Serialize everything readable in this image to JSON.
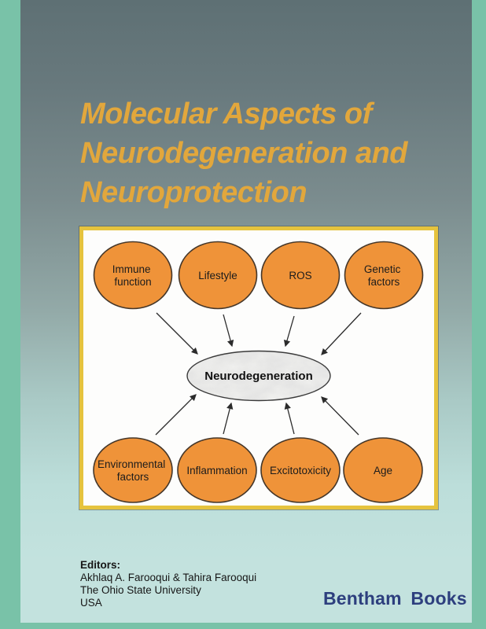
{
  "title": {
    "lines": [
      "Molecular Aspects of",
      "Neurodegeneration and",
      "Neuroprotection"
    ]
  },
  "publisher": {
    "name": "Bentham Books"
  },
  "editors": {
    "heading": "Editors:",
    "names": "Akhlaq A. Farooqui & Tahira Farooqui",
    "affiliation": "The Ohio State University",
    "country": "USA"
  },
  "diagram": {
    "center_label": "Neurodegeneration",
    "factors": [
      {
        "name": "immune-function",
        "line1": "Immune",
        "line2": "function"
      },
      {
        "name": "lifestyle",
        "line1": "Lifestyle",
        "line2": ""
      },
      {
        "name": "ros",
        "line1": "ROS",
        "line2": ""
      },
      {
        "name": "genetic-factors",
        "line1": "Genetic",
        "line2": "factors"
      },
      {
        "name": "environmental-factors",
        "line1": "Environmental",
        "line2": "factors"
      },
      {
        "name": "inflammation",
        "line1": "Inflammation",
        "line2": ""
      },
      {
        "name": "excitotoxicity",
        "line1": "Excitotoxicity",
        "line2": ""
      },
      {
        "name": "age",
        "line1": "Age",
        "line2": ""
      }
    ]
  },
  "colors": {
    "border_teal": "#79c2a8",
    "panel_gradient_top": "#5e7074",
    "panel_gradient_bottom": "#c3e2de",
    "title_gold": "#e2a73c",
    "diagram_border_yellow": "#e5c33e",
    "factor_orange": "#ef9339",
    "publisher_navy": "#2d3f7e"
  }
}
